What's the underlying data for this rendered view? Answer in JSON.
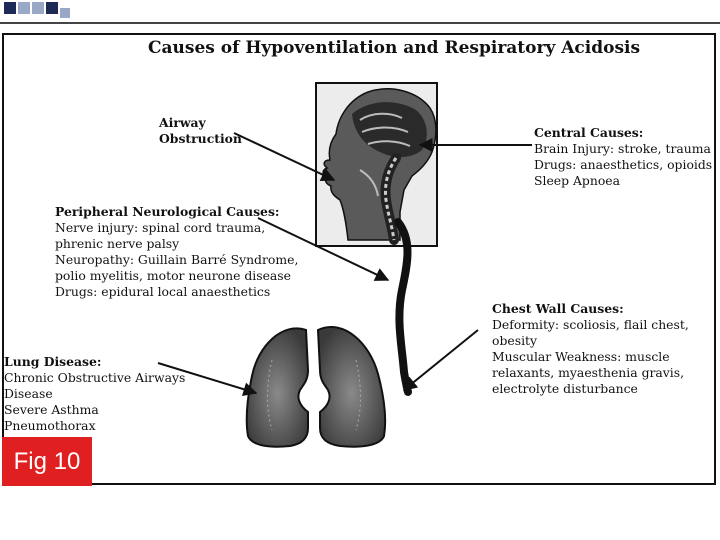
{
  "title": "Causes of Hypoventilation and Respiratory Acidosis",
  "airway": {
    "lines": [
      "Airway",
      "Obstruction"
    ]
  },
  "central": {
    "heading": "Central Causes:",
    "lines": [
      "Brain Injury: stroke, trauma",
      "Drugs:  anaesthetics, opioids",
      "Sleep Apnoea"
    ]
  },
  "peripheral": {
    "heading": "Peripheral Neurological Causes:",
    "lines": [
      "Nerve injury: spinal cord trauma,",
      "phrenic nerve palsy",
      "Neuropathy: Guillain Barré Syndrome,",
      "polio myelitis, motor neurone disease",
      "Drugs:  epidural local anaesthetics"
    ]
  },
  "chest_wall": {
    "heading": "Chest Wall Causes:",
    "lines": [
      "Deformity: scoliosis, flail chest,",
      "obesity",
      "Muscular Weakness: muscle",
      "relaxants, myaesthenia gravis,",
      "electrolyte disturbance"
    ]
  },
  "lung": {
    "heading": "Lung Disease:",
    "lines": [
      "Chronic Obstructive Airways",
      "Disease",
      "Severe Asthma",
      "Pneumothorax"
    ]
  },
  "figure_label": "Fig 10",
  "colors": {
    "accent_red": "#e02020",
    "deco_blue": "#9aa8c8",
    "deco_dark": "#1c2a55"
  }
}
